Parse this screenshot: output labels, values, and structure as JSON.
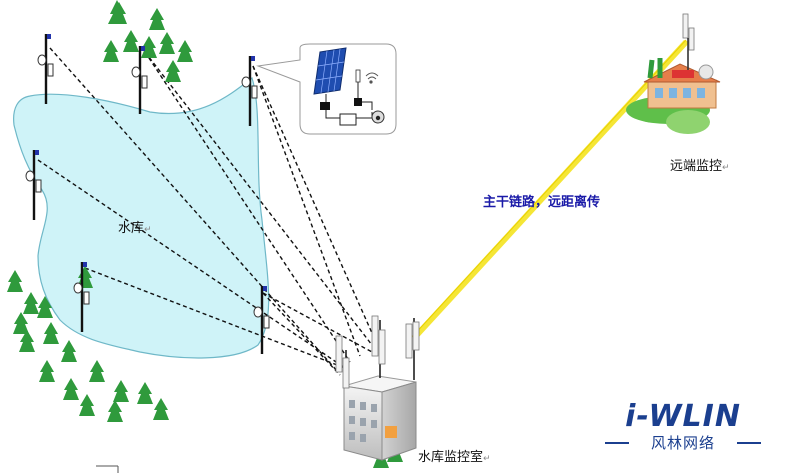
{
  "labels": {
    "reservoir": "水库",
    "remote_monitor": "远端监控",
    "backbone_link": "主干链路，远距离传",
    "control_room": "水库监控室",
    "return_mark": "↵"
  },
  "logo": {
    "brand": "i-WLIN",
    "subtitle": "风林网络"
  },
  "colors": {
    "water": "#cff3f8",
    "water_edge": "#6fb8c8",
    "link_dashed": "#111111",
    "backbone": "#f2e300",
    "tree": "#2f9a3c",
    "brand": "#1b3f8f"
  },
  "icons": [
    "camera-pole-icon",
    "tree-icon",
    "solar-panel-icon",
    "building-icon",
    "antenna-icon",
    "golf-clubhouse-icon"
  ]
}
